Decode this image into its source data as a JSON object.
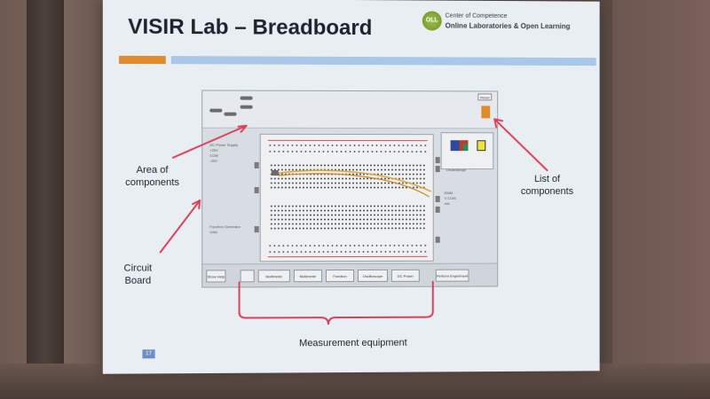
{
  "slide": {
    "title": "VISIR Lab – Breadboard",
    "page_number": "17"
  },
  "logo": {
    "mark": "OLL",
    "line1": "Center of Competence",
    "line2": "Online Laboratories & Open Learning"
  },
  "annotations": {
    "area_of_components": "Area of\ncomponents",
    "list_of_components": "List of\ncomponents",
    "circuit_board": "Circuit\nBoard",
    "measurement_equipment": "Measurement equipment"
  },
  "lab": {
    "reset_label": "Reset",
    "left_labels": [
      "DC Power Supply",
      "+25V",
      "COM",
      "-25V",
      "Function Generator",
      "GND"
    ],
    "right_labels": [
      "Oscilloscope",
      "DMM",
      "V COM",
      "mA"
    ],
    "toolbar_buttons": [
      "Show Help",
      "Multimeter",
      "Multimeter",
      "Function Generator",
      "Oscilloscope",
      "DC Power",
      "Perform Experiment"
    ]
  },
  "colors": {
    "accent_orange": "#e08a2c",
    "accent_blue": "#a9c7e6",
    "arrow_red": "#d9415a",
    "swatch_colors": [
      "#2c4aa0",
      "#c0392b",
      "#2e8b57",
      "#f0e040"
    ]
  }
}
